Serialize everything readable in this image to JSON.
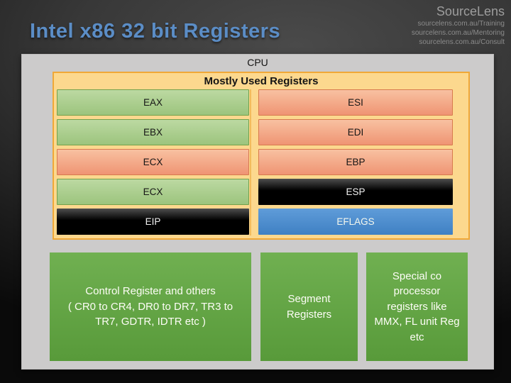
{
  "slide": {
    "title": "Intel x86 32 bit Registers",
    "watermark": {
      "brand": "SourceLens",
      "lines": [
        "sourcelens.com.au/Training",
        "sourcelens.com.au/Mentoring",
        "sourcelens.com.au/Consult"
      ]
    },
    "cpu_panel": {
      "label": "CPU",
      "mostly_used": {
        "title": "Mostly Used Registers",
        "left_column": [
          {
            "label": "EAX",
            "style": "green"
          },
          {
            "label": "EBX",
            "style": "green"
          },
          {
            "label": "ECX",
            "style": "salmon"
          },
          {
            "label": "ECX",
            "style": "green"
          },
          {
            "label": "EIP",
            "style": "black"
          }
        ],
        "right_column": [
          {
            "label": "ESI",
            "style": "salmon"
          },
          {
            "label": "EDI",
            "style": "salmon"
          },
          {
            "label": "EBP",
            "style": "salmon"
          },
          {
            "label": "ESP",
            "style": "black"
          },
          {
            "label": "EFLAGS",
            "style": "blue"
          }
        ]
      },
      "other_registers": [
        {
          "text": "Control Register and others\n( CR0 to CR4, DR0 to DR7, TR3 to\nTR7, GDTR, IDTR etc )"
        },
        {
          "text": "Segment\nRegisters"
        },
        {
          "text": "Special co\nprocessor\nregisters like\nMMX, FL unit Reg\netc"
        }
      ]
    },
    "colors": {
      "title_blue": "#5b8dc6",
      "panel_gray": "#cccbcb",
      "container_yellow": "#fcd88e",
      "container_border": "#f0a837",
      "register_green": "#9cc47d",
      "register_salmon": "#ef9473",
      "register_black": "#000000",
      "register_blue": "#4f8fd0",
      "group_green": "#63a746"
    }
  }
}
